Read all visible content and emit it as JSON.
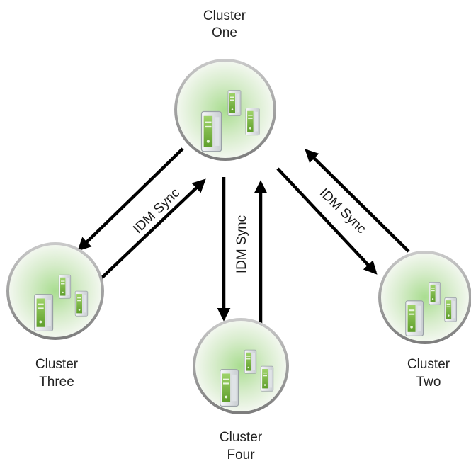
{
  "clusters": [
    {
      "id": "one",
      "line1": "Cluster",
      "line2": "One"
    },
    {
      "id": "two",
      "line1": "Cluster",
      "line2": "Two"
    },
    {
      "id": "three",
      "line1": "Cluster",
      "line2": "Three"
    },
    {
      "id": "four",
      "line1": "Cluster",
      "line2": "Four"
    }
  ],
  "sync_label": "IDM Sync",
  "colors": {
    "node_ring": "#9a9a9a",
    "node_fill": "#e3f0dc",
    "node_glow": "#8fd07a",
    "server_body": "#e8ecef",
    "server_accent": "#7fbf3f",
    "arrow": "#000000"
  },
  "icons": [
    "server-cluster-icon",
    "arrow-head-icon"
  ]
}
